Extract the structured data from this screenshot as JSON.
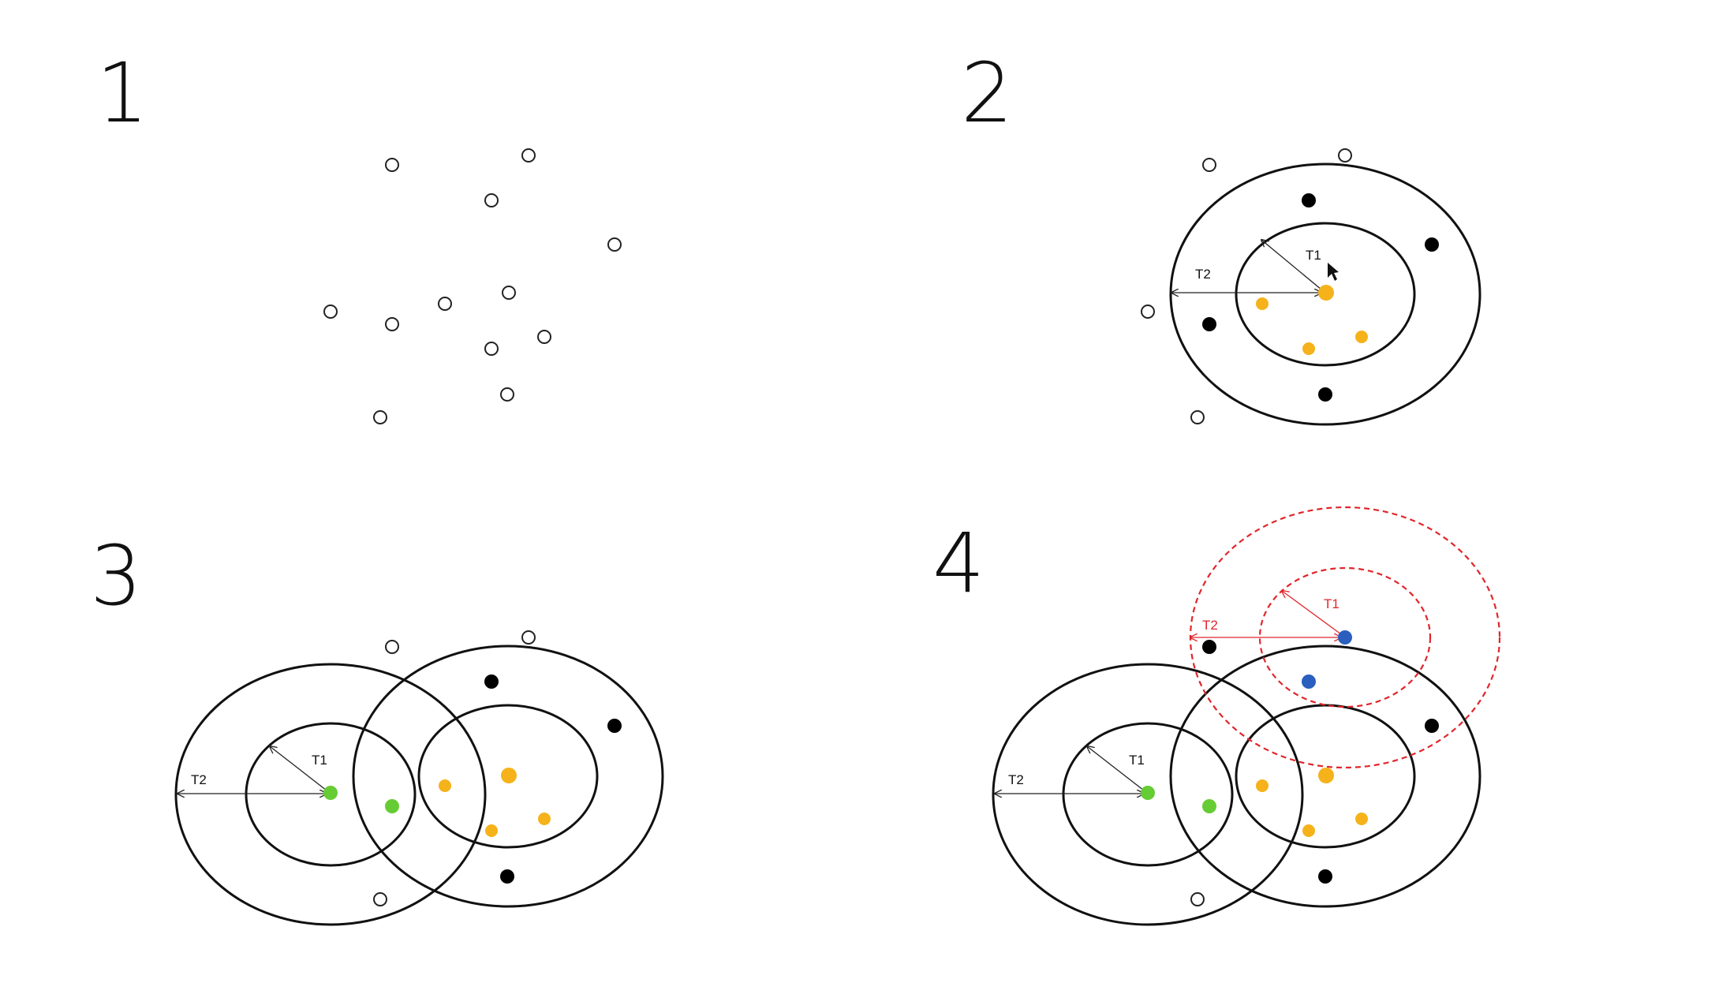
{
  "panels": [
    {
      "number": "1"
    },
    {
      "number": "2",
      "labels": {
        "t1": "T1",
        "t2": "T2"
      }
    },
    {
      "number": "3",
      "labels": {
        "t1": "T1",
        "t2": "T2"
      }
    },
    {
      "number": "4",
      "labels": {
        "t1": "T1",
        "t2": "T2",
        "red_t1": "T1",
        "red_t2": "T2"
      }
    }
  ],
  "colors": {
    "stroke": "#111111",
    "hollow_point": "#ffffff",
    "black_point": "#000000",
    "orange_point": "#f5b21a",
    "green_point": "#66cc33",
    "blue_point": "#2a5fbf",
    "red_dashed": "#e0262b"
  }
}
